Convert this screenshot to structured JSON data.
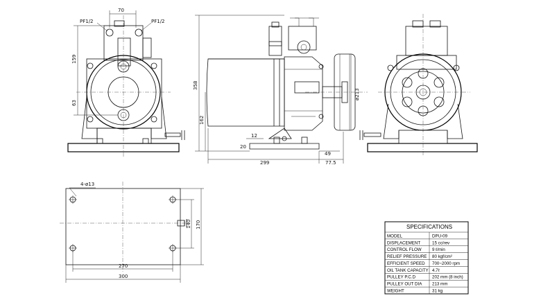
{
  "drawing": {
    "front_view": {
      "port_left": "PF1/2",
      "port_right": "PF1/2",
      "dim_top_width": "70",
      "dim_height_upper": "159",
      "dim_height_lower": "63"
    },
    "side_view": {
      "dim_overall_height": "358",
      "dim_shaft_height": "162",
      "dim_base_offset": "12",
      "dim_base_thickness": "20",
      "dim_pulley_offset": "49",
      "dim_overall_length": "299",
      "dim_pulley_extension": "77.5",
      "dim_pulley_dia": "ø213"
    },
    "base_view": {
      "hole_callout": "4-ø13",
      "dim_hole_pitch_x": "270",
      "dim_base_width": "300",
      "dim_hole_pitch_y": "140",
      "dim_base_depth": "170"
    }
  },
  "specifications": {
    "title": "SPECIFICATIONS",
    "rows": [
      {
        "label": "MODEL",
        "value": "DPU-09"
      },
      {
        "label": "DISPLACEMENT",
        "value": "15 cc/rev"
      },
      {
        "label": "CONTROL FLOW",
        "value": "9 ℓ/min"
      },
      {
        "label": "RELIEF PRESSURE",
        "value": "80 kgf/cm²"
      },
      {
        "label": "EFFICIENT SPEED",
        "value": "700~2000 rpm"
      },
      {
        "label": "OIL TANK CAPACITY",
        "value": "4.7ℓ"
      },
      {
        "label": "PULLEY P.C.D",
        "value": "202 mm (8 inch)"
      },
      {
        "label": "PULLEY OUT DIA",
        "value": "213 mm"
      },
      {
        "label": "WEIGHT",
        "value": "31 kg"
      }
    ]
  }
}
